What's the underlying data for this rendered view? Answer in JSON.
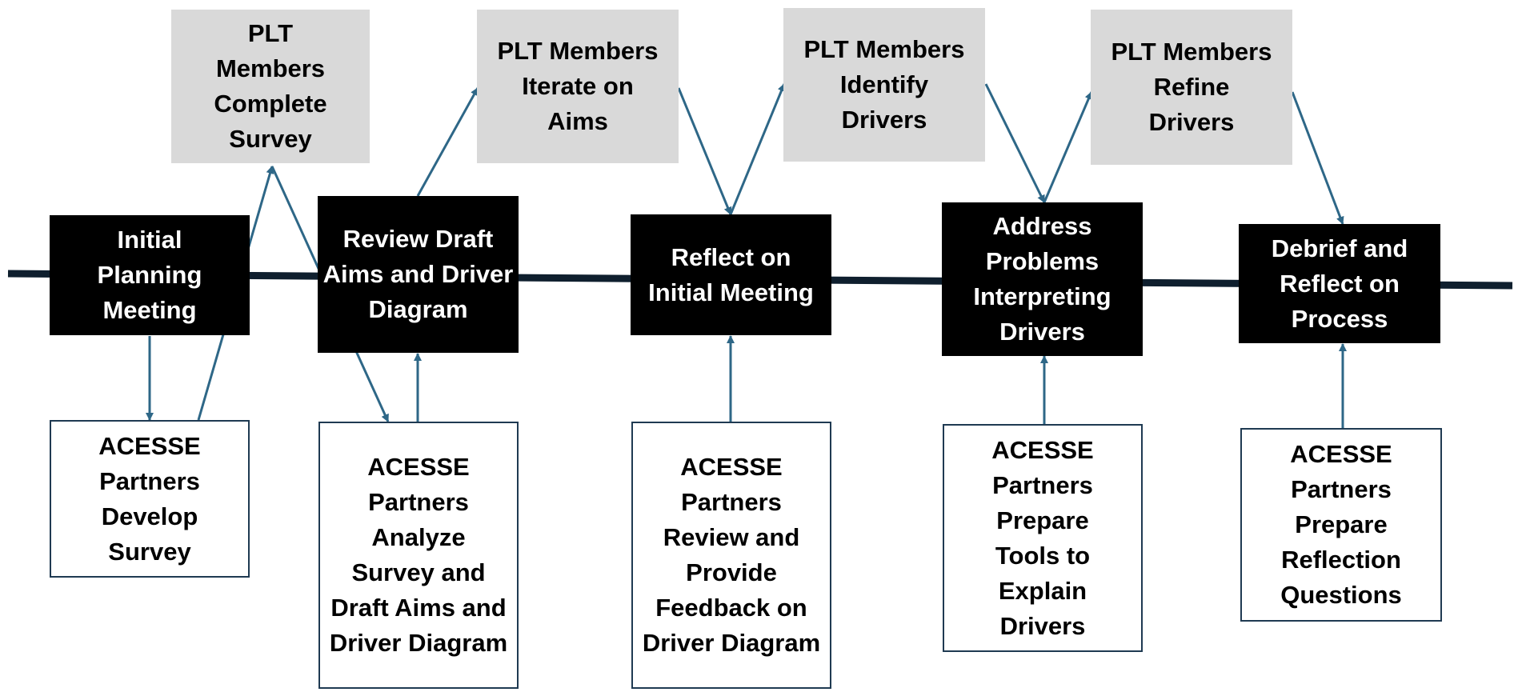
{
  "colors": {
    "timeline": "#0f1f2e",
    "arrow": "#2e6787",
    "plt_fill": "#d9d9d9",
    "meeting_fill": "#000000",
    "acesse_border": "#1f3a52"
  },
  "plt_boxes": [
    {
      "label": "PLT Members Complete Survey"
    },
    {
      "label": "PLT Members Iterate on Aims"
    },
    {
      "label": "PLT Members Identify Drivers"
    },
    {
      "label": "PLT Members Refine Drivers"
    }
  ],
  "meetings": [
    {
      "label": "Initial Planning Meeting"
    },
    {
      "label": "Review Draft Aims and Driver Diagram"
    },
    {
      "label": "Reflect on Initial Meeting"
    },
    {
      "label": "Address Problems Interpreting Drivers"
    },
    {
      "label": "Debrief and Reflect on Process"
    }
  ],
  "acesse_boxes": [
    {
      "label": "ACESSE Partners Develop Survey"
    },
    {
      "label": "ACESSE Partners Analyze Survey and Draft Aims and Driver Diagram"
    },
    {
      "label": "ACESSE Partners Review and Provide Feedback on Driver Diagram"
    },
    {
      "label": "ACESSE Partners Prepare Tools to Explain Drivers"
    },
    {
      "label": "ACESSE Partners Prepare Reflection Questions"
    }
  ]
}
